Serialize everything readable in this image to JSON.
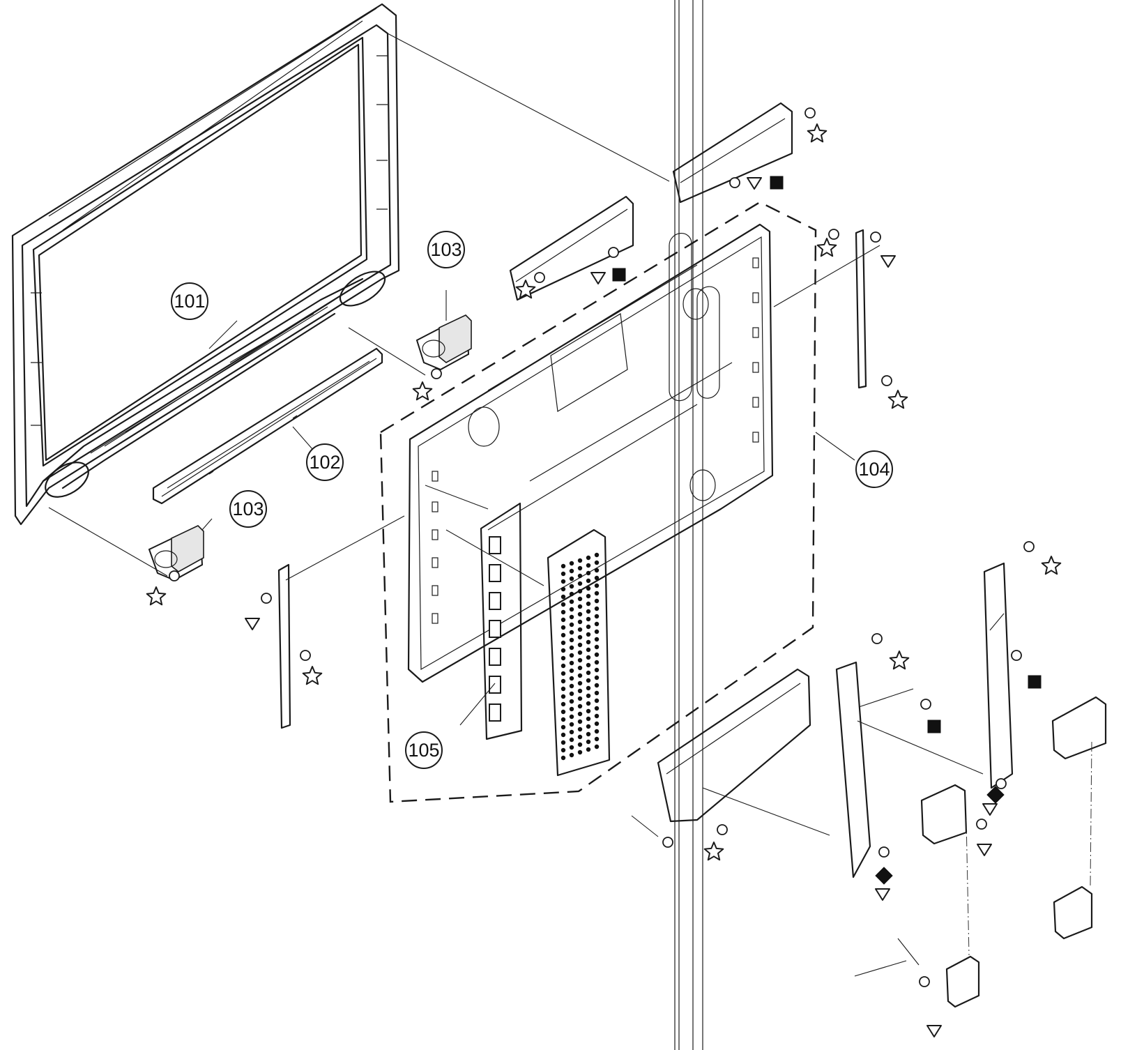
{
  "callouts": [
    {
      "id": "101",
      "label": "101"
    },
    {
      "id": "102",
      "label": "102"
    },
    {
      "id": "103a",
      "label": "103"
    },
    {
      "id": "103b",
      "label": "103"
    },
    {
      "id": "104",
      "label": "104"
    },
    {
      "id": "105",
      "label": "105"
    }
  ],
  "symbols": {
    "star": "outline-star",
    "triangle": "outline-triangle-down",
    "square": "filled-square",
    "diamond": "filled-diamond"
  },
  "colors": {
    "line": "#1a1a1a",
    "background": "#ffffff"
  }
}
